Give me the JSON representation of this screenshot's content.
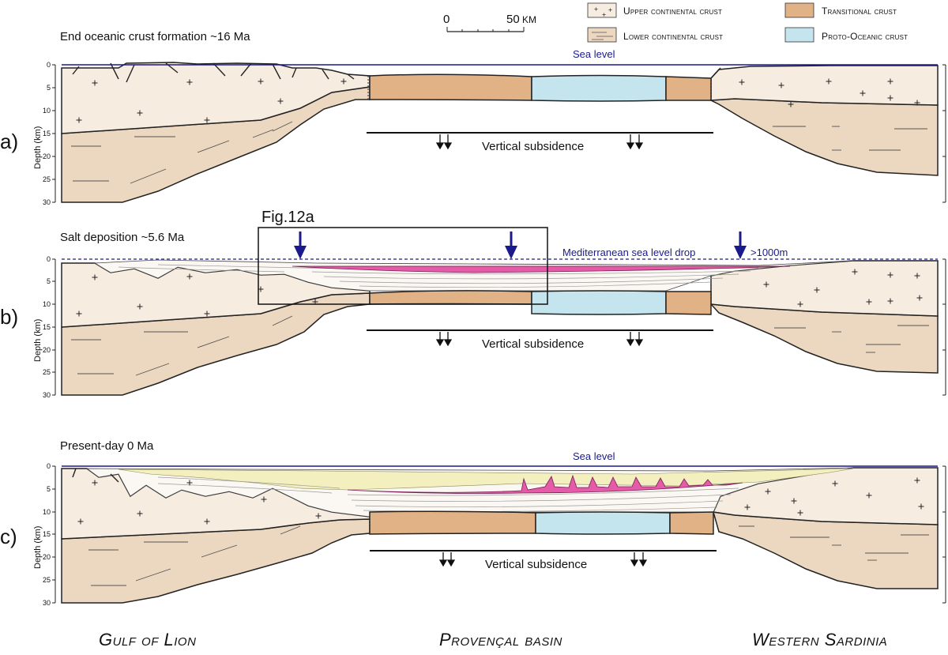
{
  "legend": {
    "scale_zero": "0",
    "scale_max": "50",
    "scale_unit": "KM",
    "upper_continental": "Upper continental crust",
    "lower_continental": "Lower continental crust",
    "transitional": "Transitional crust",
    "proto_oceanic": "Proto-Oceanic crust"
  },
  "colors": {
    "upper_continental": "#f6ecdf",
    "lower_continental": "#ecd7c0",
    "transitional": "#e1b285",
    "proto_oceanic": "#c4e5ee",
    "salt": "#e45ba8",
    "plio_quaternary": "#f3efbe",
    "sea": "#1a1a8c"
  },
  "panels": {
    "a": {
      "label": "a)",
      "title": "End oceanic crust formation ~16 Ma",
      "sea_label": "Sea level",
      "subsidence": "Vertical subsidence",
      "depth_axis": "Depth (km)",
      "ticks": [
        "0",
        "5",
        "10",
        "15",
        "20",
        "25",
        "30"
      ]
    },
    "b": {
      "label": "b)",
      "title": "Salt deposition ~5.6 Ma",
      "sea_drop": "Mediterranean sea level drop",
      "sea_drop_value": ">1000m",
      "inset": "Fig.12a",
      "subsidence": "Vertical subsidence",
      "depth_axis": "Depth (km)",
      "ticks": [
        "0",
        "5",
        "10",
        "15",
        "20",
        "25",
        "30"
      ]
    },
    "c": {
      "label": "c)",
      "title": "Present-day 0 Ma",
      "sea_label": "Sea level",
      "subsidence": "Vertical subsidence",
      "depth_axis": "Depth (km)",
      "ticks": [
        "0",
        "5",
        "10",
        "15",
        "20",
        "25",
        "30"
      ]
    }
  },
  "regions": {
    "west": "Gulf of Lion",
    "center": "Provençal basin",
    "east": "Western Sardinia"
  }
}
